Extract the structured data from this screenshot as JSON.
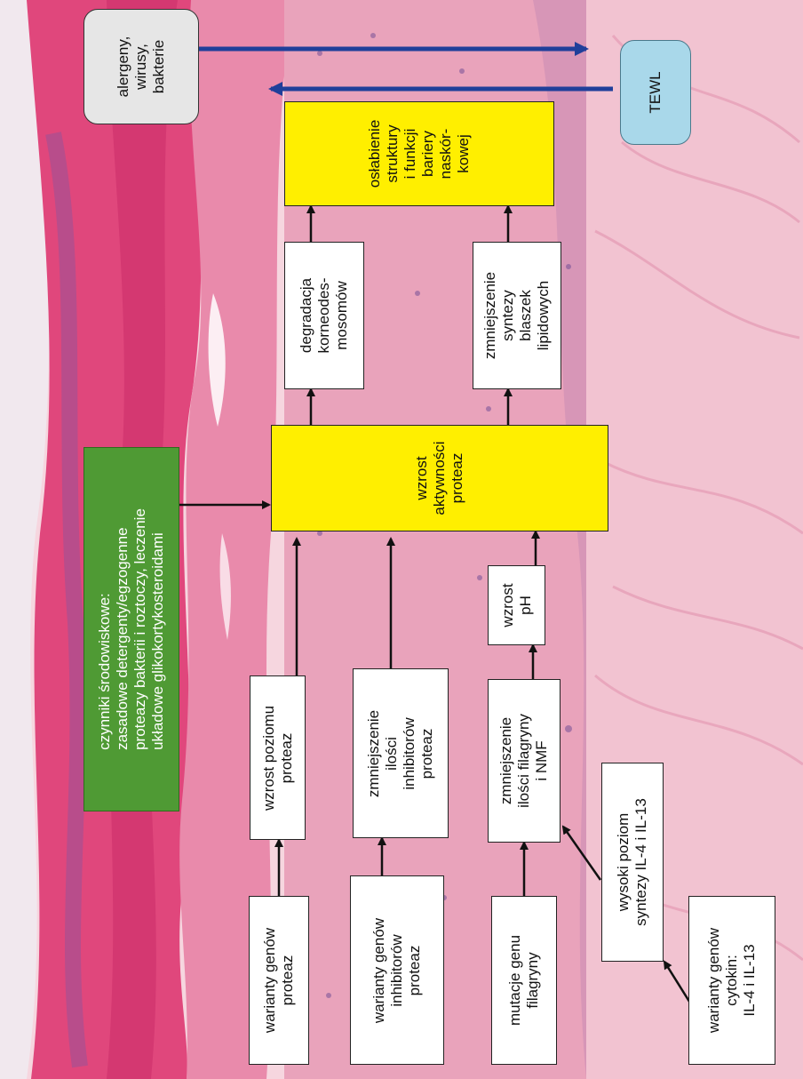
{
  "nodes": {
    "allergens": [
      "alergeny,",
      "wirusy,",
      "bakterie"
    ],
    "tewl": [
      "TEWL"
    ],
    "barrier_weakening": [
      "osłabienie",
      "struktury",
      "i funkcji",
      "bariery",
      "naskór-",
      "kowej"
    ],
    "corneodesmosome_degradation": [
      "degradacja",
      "korneodes-",
      "mosomów"
    ],
    "lipid_synthesis_reduction": [
      "zmniejszenie",
      "syntezy",
      "blaszek",
      "lipidowych"
    ],
    "protease_activity_increase": [
      "wzrost",
      "aktywności",
      "proteaz"
    ],
    "environmental_factors": [
      "czynniki środowiskowe:",
      "zasadowe detergenty/egzogenne",
      "proteazy bakterii i roztoczy, leczenie",
      "układowe glikokortykosteroidami"
    ],
    "ph_increase": [
      "wzrost",
      "pH"
    ],
    "protease_level_increase": [
      "wzrost poziomu",
      "proteaz"
    ],
    "inhibitor_reduction": [
      "zmniejszenie",
      "ilości",
      "inhibitorów",
      "proteaz"
    ],
    "filaggrin_nmf_reduction": [
      "zmniejszenie",
      "ilości filagryny",
      "i NMF"
    ],
    "il_synthesis_high": [
      "wysoki poziom",
      "syntezy IL-4 i IL-13"
    ],
    "protease_gene_variants": [
      "warianty genów",
      "proteaz"
    ],
    "inhibitor_gene_variants": [
      "warianty genów",
      "inhibitorów",
      "proteaz"
    ],
    "filaggrin_mutations": [
      "mutacje genu",
      "filagryny"
    ],
    "cytokine_gene_variants": [
      "warianty genów",
      "cytokin:",
      "IL-4 i IL-13"
    ]
  },
  "colors": {
    "yellow": "#ffef00",
    "green": "#4f9a34",
    "arrow_blue": "#1f3f9a",
    "tewl_blue": "#a9d8ea",
    "gray": "#e6e6e6"
  }
}
